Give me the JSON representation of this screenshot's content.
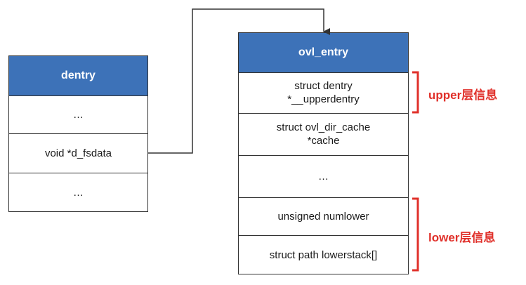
{
  "dentry": {
    "title": "dentry",
    "rows": [
      "…",
      "void *d_fsdata",
      "…"
    ]
  },
  "ovl_entry": {
    "title": "ovl_entry",
    "rows": [
      [
        "struct dentry",
        "*__upperdentry"
      ],
      [
        "struct ovl_dir_cache",
        "*cache"
      ],
      [
        "…"
      ],
      [
        "unsigned numlower"
      ],
      [
        "struct path lowerstack[]"
      ]
    ]
  },
  "groups": {
    "upper": "upper层信息",
    "lower": "lower层信息"
  },
  "colors": {
    "header_fill": "#3d72b8",
    "bracket": "#e0302a",
    "label": "#e0302a",
    "line": "#333333"
  }
}
